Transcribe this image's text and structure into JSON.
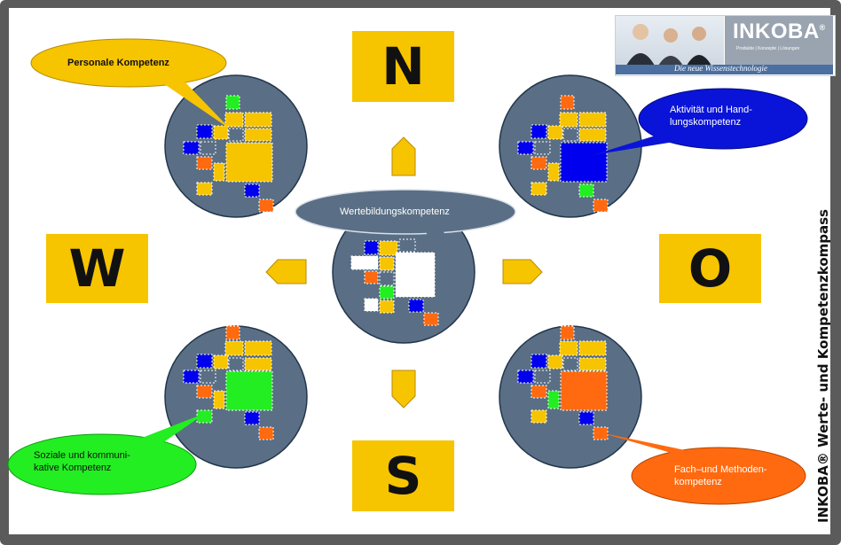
{
  "compass": {
    "north": "N",
    "south": "S",
    "west": "W",
    "east": "O"
  },
  "callouts": {
    "personal": "Personale Kompetenz",
    "activity_line1": "Aktivität und Hand-",
    "activity_line2": "lungskompetenz",
    "values": "Wertebildungskompetenz",
    "social_line1": "Soziale und kommuni-",
    "social_line2": "kative Kompetenz",
    "technical_line1": "Fach–und Methoden-",
    "technical_line2": "kompetenz"
  },
  "side_title": "INKOBA® Werte- und Kompetenzkompass",
  "logo": {
    "brand": "INKOBA",
    "registered": "®",
    "tagline": "Produkte | Konzepte | Lösungen",
    "slogan": "Die neue Wissenstechnologie"
  },
  "colors": {
    "yellow": "#f7c400",
    "circle": "#5a6f85",
    "blue": "#0000ee",
    "orange": "#ff6a10",
    "green": "#22ee22",
    "callout_yellow": "#f7c400",
    "callout_blue": "#0a14d8",
    "callout_gray": "#5a6f85",
    "callout_green": "#22ee22",
    "callout_orange": "#ff6a10"
  }
}
